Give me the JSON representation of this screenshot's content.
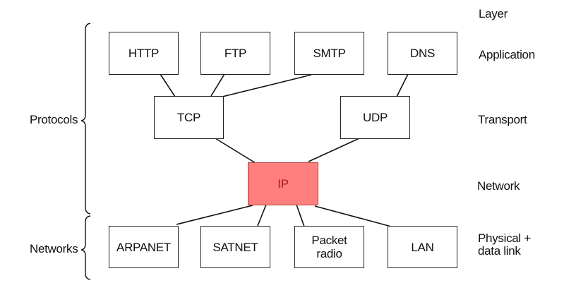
{
  "diagram": {
    "layer_header": "Layer",
    "layers": {
      "application": "Application",
      "transport": "Transport",
      "network": "Network",
      "physical_line1": "Physical +",
      "physical_line2": "data link"
    },
    "groups": {
      "protocols": "Protocols",
      "networks": "Networks"
    },
    "application_protocols": [
      "HTTP",
      "FTP",
      "SMTP",
      "DNS"
    ],
    "transport_protocols": [
      "TCP",
      "UDP"
    ],
    "network_protocol": "IP",
    "networks": [
      "ARPANET",
      "SATNET",
      "Packet",
      "radio",
      "LAN"
    ],
    "highlight_color": "#ff7f7f",
    "connections": [
      [
        "HTTP",
        "TCP"
      ],
      [
        "FTP",
        "TCP"
      ],
      [
        "SMTP",
        "TCP"
      ],
      [
        "DNS",
        "UDP"
      ],
      [
        "TCP",
        "IP"
      ],
      [
        "UDP",
        "IP"
      ],
      [
        "IP",
        "ARPANET"
      ],
      [
        "IP",
        "SATNET"
      ],
      [
        "IP",
        "Packet radio"
      ],
      [
        "IP",
        "LAN"
      ]
    ]
  }
}
